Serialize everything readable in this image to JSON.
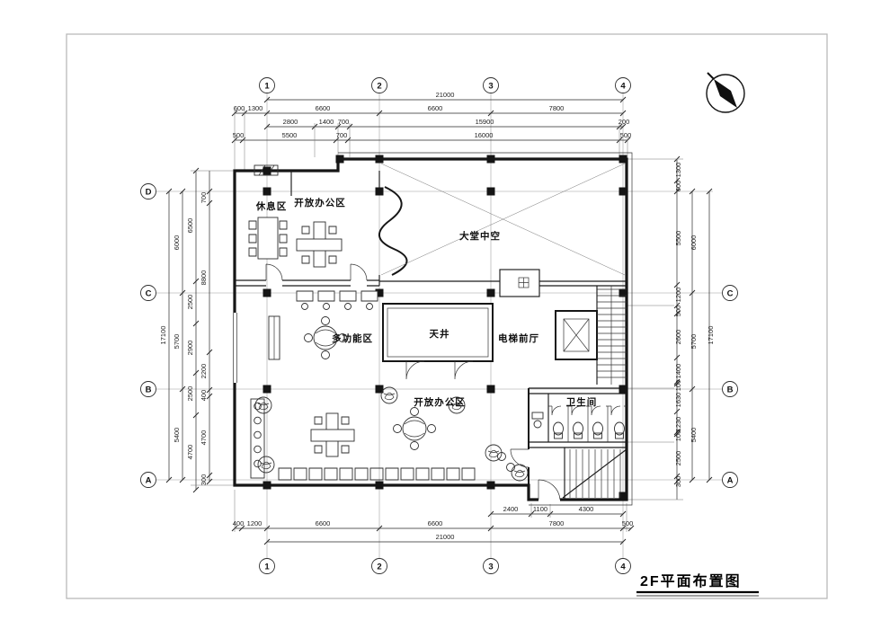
{
  "drawing": {
    "title": "2F平面布置图",
    "rooms": {
      "rest": "休息区",
      "office_top": "开放办公区",
      "atrium": "大堂中空",
      "multi": "多功能区",
      "court": "天井",
      "elevator_lobby": "电梯前厅",
      "wc": "卫生间",
      "office_bottom": "开放办公区"
    },
    "grid": {
      "cols": [
        "1",
        "2",
        "3",
        "4"
      ],
      "rows": [
        "D",
        "C",
        "B",
        "A"
      ]
    },
    "dims": {
      "top": {
        "total": "21000",
        "r2": [
          "600",
          "1300",
          "6600",
          "6600",
          "7800"
        ],
        "r3": [
          "2800",
          "1400",
          "700",
          "15900",
          "200"
        ],
        "r4": [
          "500",
          "5500",
          "700",
          "16000",
          "500"
        ]
      },
      "bottom": {
        "r1": [
          "2400",
          "1100",
          "4300"
        ],
        "r2": [
          "400",
          "1200",
          "6600",
          "6600",
          "7800",
          "500"
        ],
        "total": "21000"
      },
      "left": {
        "total": "17100",
        "spans": [
          "6000",
          "5700",
          "5400"
        ],
        "mid": [
          "6500",
          "2500",
          "2900",
          "2500",
          "4700"
        ],
        "inner": [
          "700",
          "8800",
          "2200",
          "400",
          "4700",
          "300"
        ]
      },
      "right": {
        "total": "17100",
        "spans": [
          "6000",
          "5700",
          "5400"
        ],
        "inner": [
          "1300",
          "600",
          "5500",
          "1200",
          "500",
          "2600",
          "1400",
          "100",
          "1630",
          "1230",
          "100",
          "2500",
          "300"
        ]
      }
    },
    "colors": {
      "ink": "#1d1d1d",
      "grid_line": "#999999",
      "column_fill": "#151515"
    }
  }
}
